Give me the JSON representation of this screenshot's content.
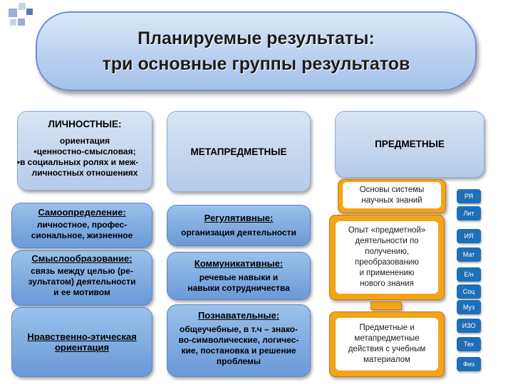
{
  "title": {
    "line1": "Планируемые результаты:",
    "line2": "три основные группы результатов"
  },
  "personal": {
    "header": "ЛИЧНОСТНЫЕ:",
    "line1": "ориентация",
    "line2": "•ценностно-смысловая;",
    "line3": "•в социальных ролях и меж-",
    "line4": "личностных отношениях"
  },
  "meta": {
    "header": "МЕТАПРЕДМЕТНЫЕ"
  },
  "subject": {
    "header": "ПРЕДМЕТНЫЕ"
  },
  "self_determination": {
    "title": "Самоопределение:",
    "line1": "личностное, профес-",
    "line2": "сиональное, жизненное"
  },
  "meaning": {
    "title": "Смыслообразование:",
    "line1": "связь между целью (ре-",
    "line2": "зультатом) деятельности",
    "line3": "и ее мотивом"
  },
  "moral": {
    "line1": "Нравственно-этическая",
    "line2": "ориентация"
  },
  "regulatory": {
    "title": "Регулятивные:",
    "line1": "организация деятельности"
  },
  "communicative": {
    "title": "Коммуникативные:",
    "line1": "речевые навыки и",
    "line2": "навыки сотрудничества"
  },
  "cognitive": {
    "title": "Познавательные:",
    "line1": "общеучебные, в т.ч – знако-",
    "line2": "во-символические, логичес-",
    "line3": "кие, постановка и решение",
    "line4": "проблемы"
  },
  "orange": {
    "box1": {
      "line1": "Основы системы",
      "line2": "научных знаний"
    },
    "box2": {
      "line1": "Опыт «предметной»",
      "line2": "деятельности по",
      "line3": "получению,",
      "line4": "преобразованию",
      "line5": "и применению",
      "line6": "нового знания"
    },
    "box3": {
      "line1": "Предметные и",
      "line2": "метапредметные",
      "line3": "действия с учебным",
      "line4": "материалом"
    }
  },
  "subjects": [
    "РЯ",
    "Лит",
    "ИЯ",
    "Мат",
    "Е/н",
    "Соц",
    "Муз",
    "ИЗО",
    "Тех",
    "Физ"
  ],
  "colors": {
    "subject_badge": "#1e6fb7",
    "orange": "#f5a31a",
    "blue": "#7aa6e0"
  }
}
